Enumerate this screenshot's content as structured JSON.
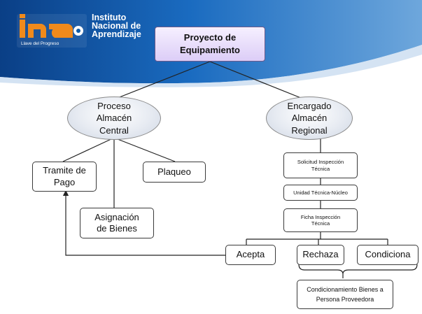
{
  "logo": {
    "mark": "ina",
    "tagline": "Llave del Progreso",
    "line1": "Instituto",
    "line2": "Nacional de",
    "line3": "Aprendizaje"
  },
  "nodes": {
    "root": "Proyecto de\nEquipamiento",
    "left_hub": "Proceso\nAlmacén\nCentral",
    "right_hub": "Encargado\nAlmacén\nRegional",
    "tramite": "Tramite de\nPago",
    "plaqueo": "Plaqueo",
    "asignacion": "Asignación\nde Bienes",
    "solicitud": "Solicitud Inspección\nTécnica",
    "unidad": "Unidad Técnica-Núcleo",
    "ficha": "Ficha Inspección\nTécnica",
    "acepta": "Acepta",
    "rechaza": "Rechaza",
    "condiciona": "Condiciona",
    "condicionamiento": "Condicionamiento Bienes a\nPersona Proveedora"
  },
  "colors": {
    "banner": "#0c5aa8",
    "logo_orange": "#f08a1c",
    "root_fill": "#dccdf7",
    "hub_fill": "#e3e8f0"
  }
}
